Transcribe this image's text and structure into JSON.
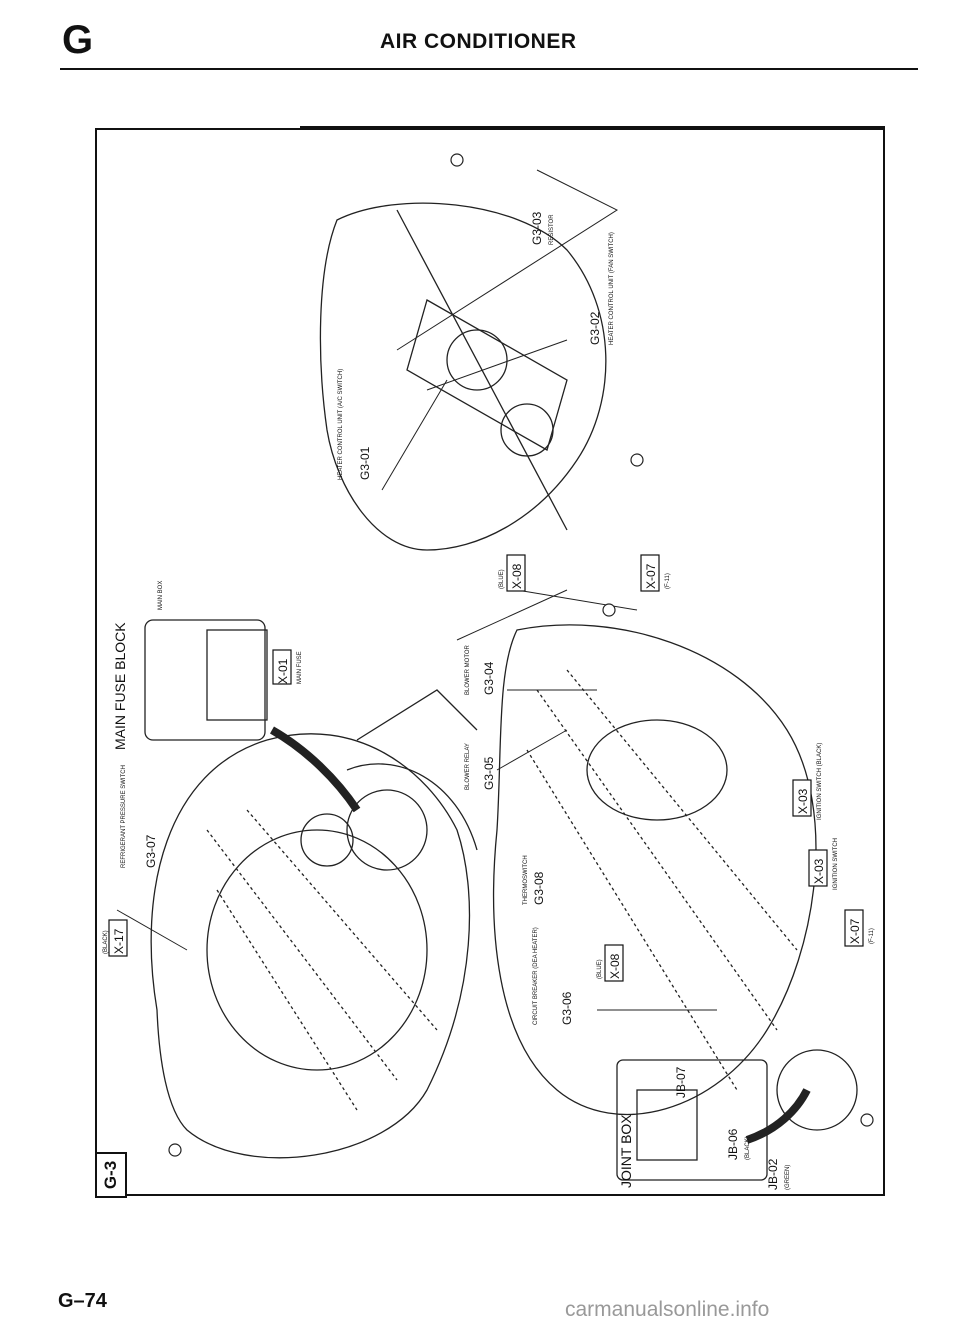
{
  "header": {
    "section_letter": "G",
    "title": "AIR CONDITIONER"
  },
  "section_tab": "G-3",
  "page_number": "G–74",
  "watermark": "carmanualsonline.info",
  "labels": {
    "main_fuse_block": "MAIN FUSE BLOCK",
    "main_box": "MAIN BOX",
    "x01_code": "X-01",
    "x01_sub": "MAIN FUSE",
    "x17_code": "X-17",
    "x17_sub": "(BLACK)",
    "g307_code": "G3-07",
    "g307_sub": "REFRIGERANT PRESSURE SWITCH",
    "g303_code": "G3-03",
    "g303_sub": "RESISTOR",
    "g302_code": "G3-02",
    "g302_sub": "HEATER CONTROL UNIT (FAN SWITCH)",
    "g301_code": "G3-01",
    "g301_sub": "HEATER CONTROL UNIT (A/C SWITCH)",
    "x08a_code": "X-08",
    "x08a_sub": "(BLUE)",
    "x07a_code": "X-07",
    "x07a_sub": "(F-11)",
    "g304_code": "G3-04",
    "g304_sub": "BLOWER MOTOR",
    "g305_code": "G3-05",
    "g305_sub": "BLOWER RELAY",
    "g308_code": "G3-08",
    "g308_sub": "THERMOSWITCH",
    "x03a_code": "X-03",
    "x03a_sub": "IGNITION SWITCH (BLACK)",
    "x03b_code": "X-03",
    "x03b_sub": "IGNITION SWITCH",
    "x07b_code": "X-07",
    "x07b_sub": "(F-11)",
    "x08b_code": "X-08",
    "x08b_sub": "(BLUE)",
    "g306_code": "G3-06",
    "g306_sub": "CIRCUIT BREAKER (DEA HEATER)",
    "jb07_code": "JB-07",
    "joint_box": "JOINT BOX",
    "jb06_code": "JB-06",
    "jb06_sub": "(BLACK)",
    "jb02_code": "JB-02",
    "jb02_sub": "(GREEN)"
  }
}
